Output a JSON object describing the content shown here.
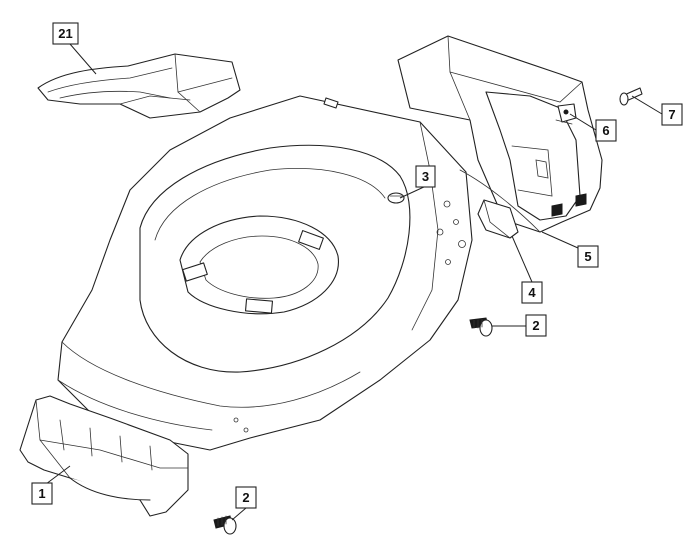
{
  "callouts": [
    {
      "id": "callout-21",
      "label": "21"
    },
    {
      "id": "callout-3",
      "label": "3"
    },
    {
      "id": "callout-7",
      "label": "7"
    },
    {
      "id": "callout-6",
      "label": "6"
    },
    {
      "id": "callout-5",
      "label": "5"
    },
    {
      "id": "callout-4",
      "label": "4"
    },
    {
      "id": "callout-2-upper",
      "label": "2"
    },
    {
      "id": "callout-1",
      "label": "1"
    },
    {
      "id": "callout-2-lower",
      "label": "2"
    }
  ]
}
